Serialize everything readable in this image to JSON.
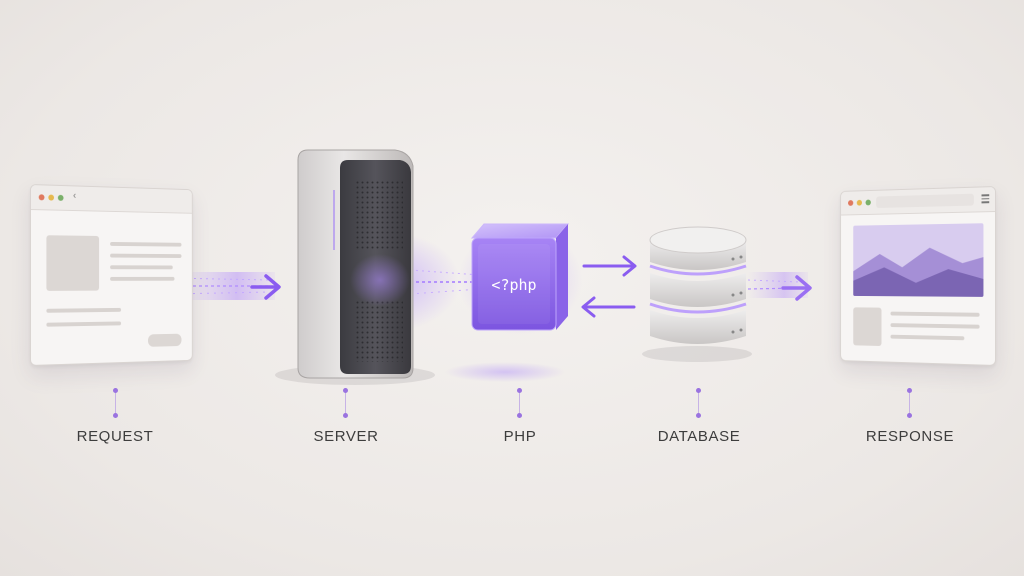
{
  "stages": [
    {
      "id": "request",
      "label": "REQUEST"
    },
    {
      "id": "server",
      "label": "SERVER"
    },
    {
      "id": "php",
      "label": "PHP"
    },
    {
      "id": "database",
      "label": "DATABASE"
    },
    {
      "id": "response",
      "label": "RESPONSE"
    }
  ],
  "php_cube_text": "<?php",
  "icons": {
    "browser": "browser-window-icon",
    "server": "server-tower-icon",
    "php": "php-cube-icon",
    "database": "database-cylinder-icon",
    "arrow": "arrow-right-icon"
  },
  "colors": {
    "accent": "#8a5cf0",
    "accent_light": "#c9b4f5",
    "background": "#efebe8",
    "label_text": "#3d3d3d"
  }
}
